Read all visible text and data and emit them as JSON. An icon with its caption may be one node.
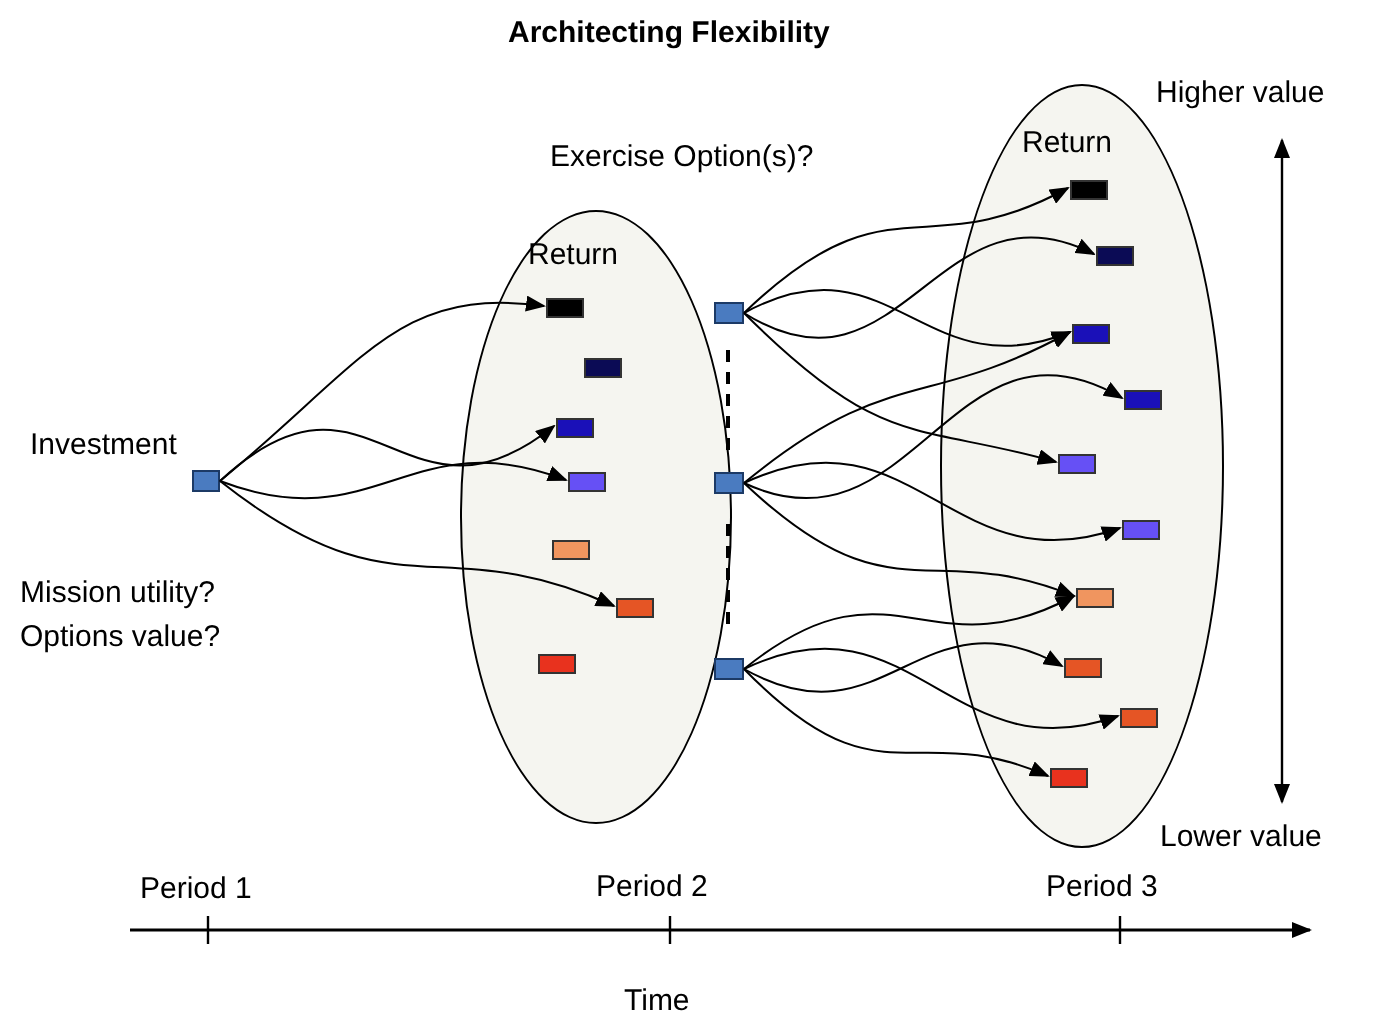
{
  "diagram": {
    "title": "Architecting Flexibility",
    "nodes": [
      {
        "text": [],
        "shape": "box",
        "beside": [
          "Investment"
        ]
      },
      {
        "text": [
          "Return"
        ]
      },
      {
        "text": [],
        "shape": "bar",
        "in": 1
      },
      {
        "text": [],
        "shape": "bar",
        "in": 1
      },
      {
        "text": [],
        "shape": "bar",
        "in": 1
      },
      {
        "text": [],
        "shape": "bar",
        "in": 1
      },
      {
        "text": [],
        "shape": "bar",
        "in": 1
      },
      {
        "text": [],
        "shape": "bar",
        "in": 1
      },
      {
        "text": [],
        "shape": "bar",
        "in": 1
      },
      {
        "text": [],
        "shape": "box"
      },
      {
        "text": [],
        "shape": "box"
      },
      {
        "text": [],
        "shape": "box"
      },
      {
        "text": [
          "Return"
        ]
      },
      {
        "text": [],
        "shape": "bar",
        "in": 12
      },
      {
        "text": [],
        "shape": "bar",
        "in": 12
      },
      {
        "text": [],
        "shape": "bar",
        "in": 12
      },
      {
        "text": [],
        "shape": "bar",
        "in": 12
      },
      {
        "text": [],
        "shape": "bar",
        "in": 12
      },
      {
        "text": [],
        "shape": "bar",
        "in": 12
      },
      {
        "text": [],
        "shape": "bar",
        "in": 12
      },
      {
        "text": [],
        "shape": "bar",
        "in": 12
      },
      {
        "text": [],
        "shape": "bar",
        "in": 12
      },
      {
        "text": [],
        "shape": "bar",
        "in": 12
      }
    ],
    "edges": [
      {
        "from": 0,
        "to": 2,
        "arrow": "to"
      },
      {
        "from": 0,
        "to": 4,
        "arrow": "to"
      },
      {
        "from": 0,
        "to": 5,
        "arrow": "to"
      },
      {
        "from": 0,
        "to": 7,
        "arrow": "to"
      },
      {
        "from": 9,
        "to": 13,
        "arrow": "to"
      },
      {
        "from": 9,
        "to": 14,
        "arrow": "to"
      },
      {
        "from": 9,
        "to": 15,
        "arrow": "to"
      },
      {
        "from": 9,
        "to": 17,
        "arrow": "to"
      },
      {
        "from": 10,
        "to": 15,
        "arrow": "to"
      },
      {
        "from": 10,
        "to": 16,
        "arrow": "to"
      },
      {
        "from": 10,
        "to": 18,
        "arrow": "to"
      },
      {
        "from": 10,
        "to": 19,
        "arrow": "to"
      },
      {
        "from": 11,
        "to": 19,
        "arrow": "to"
      },
      {
        "from": 11,
        "to": 20,
        "arrow": "to"
      },
      {
        "from": 11,
        "to": 21,
        "arrow": "to"
      },
      {
        "from": 11,
        "to": 22,
        "arrow": "to"
      }
    ],
    "labels": [
      "Higher value",
      "Exercise Option(s)?",
      "Mission utility? Options value?",
      "Lower value",
      "Period 1",
      "Period 2",
      "Period 3",
      "Time"
    ]
  }
}
